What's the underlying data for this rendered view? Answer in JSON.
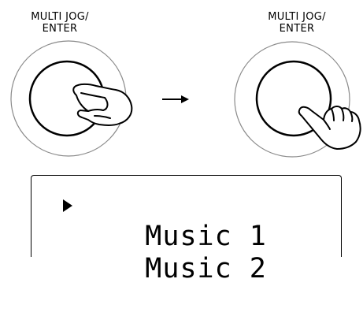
{
  "left_knob": {
    "label_line1": "MULTI JOG/",
    "label_line2": "ENTER"
  },
  "right_knob": {
    "label_line1": "MULTI JOG/",
    "label_line2": "ENTER"
  },
  "arrow_icon": "right-arrow-icon",
  "display": {
    "items": [
      "Music 1",
      "Music 2"
    ],
    "selected_index": 0,
    "cursor_icon": "selection-triangle-icon"
  }
}
